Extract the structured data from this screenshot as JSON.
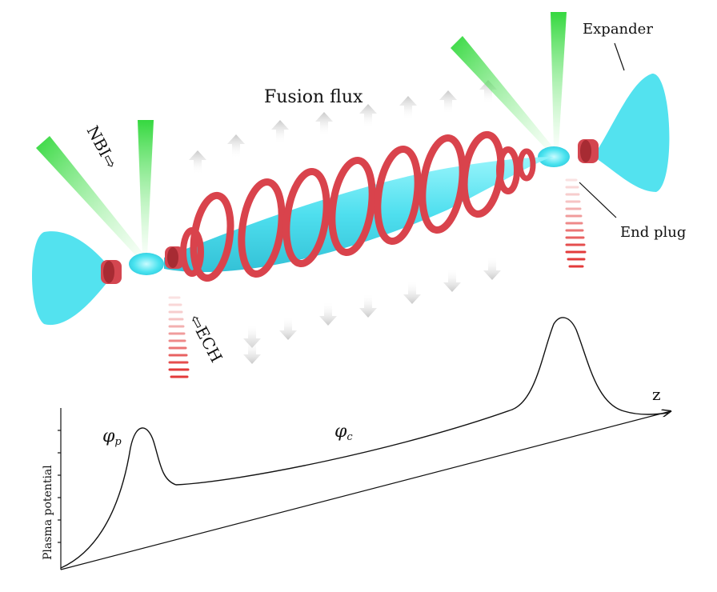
{
  "labels": {
    "nbi": "NBI⇨",
    "ech": "⇦ECH",
    "fusion_flux": "Fusion flux",
    "expander": "Expander",
    "end_plug": "End plug",
    "plasma_potential": "Plasma potential",
    "z_axis": "z",
    "phi_p": "φ",
    "phi_p_sub": "p",
    "phi_c": "φ",
    "phi_c_sub": "c"
  },
  "colors": {
    "plasma": "#3ee0ec",
    "coil": "#dd4a52",
    "beam": "#49e04f",
    "arrow": "#d0d0d0",
    "ech_wave": "#e03a3a",
    "axis": "#111111"
  }
}
